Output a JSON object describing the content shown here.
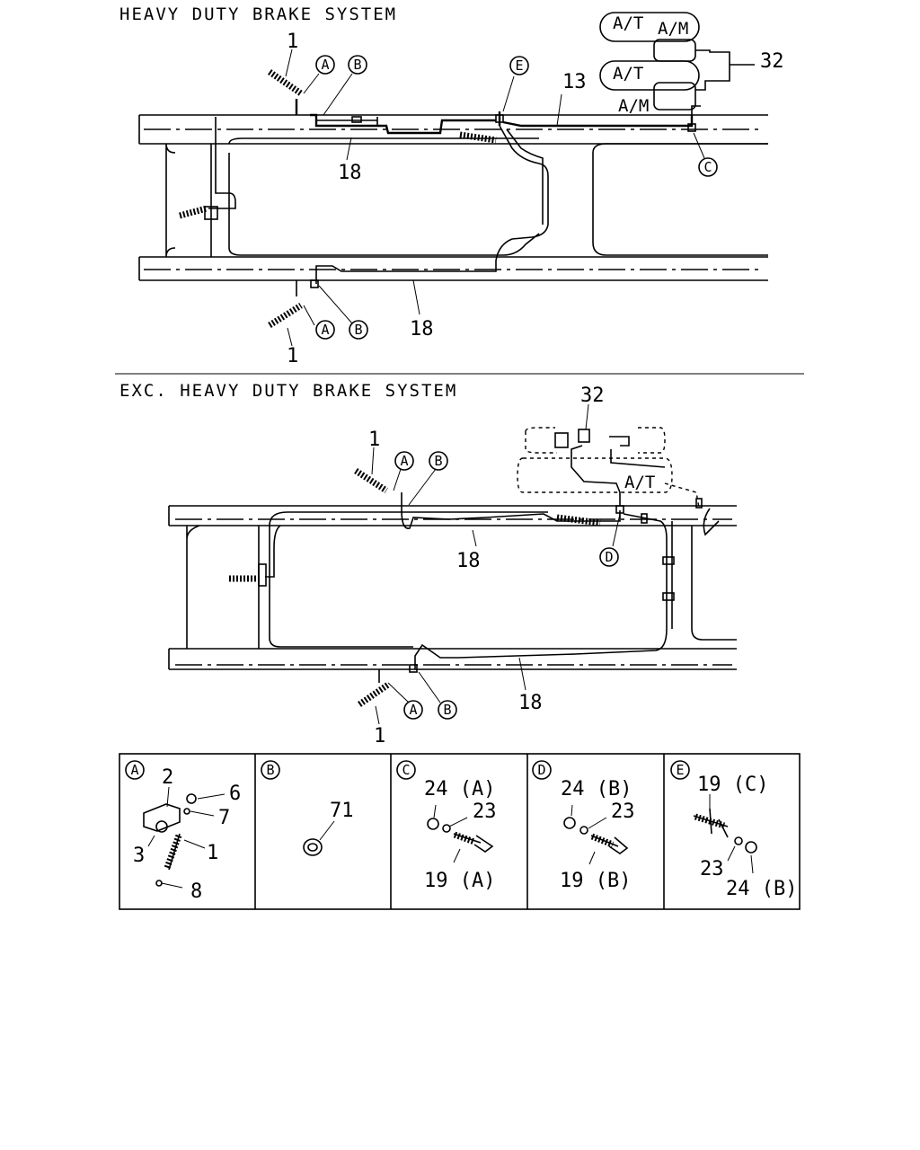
{
  "sections": {
    "heavy": {
      "title": "HEAVY DUTY BRAKE SYSTEM",
      "callouts": {
        "hose_top": "1",
        "pipe_top": "18",
        "pipe_bottom": "18",
        "hose_bottom": "1",
        "pipe_rear": "13",
        "valve": "32"
      },
      "tank_labels": {
        "at1": "A/T",
        "am1": "A/M",
        "at2": "A/T",
        "am2": "A/M"
      },
      "markers": {
        "a_top": "A",
        "b_top": "B",
        "e": "E",
        "c": "C",
        "a_bottom": "A",
        "b_bottom": "B"
      }
    },
    "exc": {
      "title": "EXC. HEAVY DUTY BRAKE SYSTEM",
      "callouts": {
        "hose_top": "1",
        "valve": "32",
        "pipe_top": "18",
        "pipe_bottom": "18",
        "hose_bottom": "1"
      },
      "tank_labels": {
        "at": "A/T"
      },
      "markers": {
        "a_top": "A",
        "b_top": "B",
        "d": "D",
        "a_bottom": "A",
        "b_bottom": "B"
      }
    }
  },
  "detail_panels": [
    {
      "id": "A",
      "labels": [
        "2",
        "6",
        "7",
        "3",
        "1",
        "8"
      ]
    },
    {
      "id": "B",
      "labels": [
        "71"
      ]
    },
    {
      "id": "C",
      "labels": [
        "24 (A)",
        "23",
        "19 (A)"
      ]
    },
    {
      "id": "D",
      "labels": [
        "24 (B)",
        "23",
        "19 (B)"
      ]
    },
    {
      "id": "E",
      "labels": [
        "19 (C)",
        "23",
        "24 (B)"
      ]
    }
  ]
}
